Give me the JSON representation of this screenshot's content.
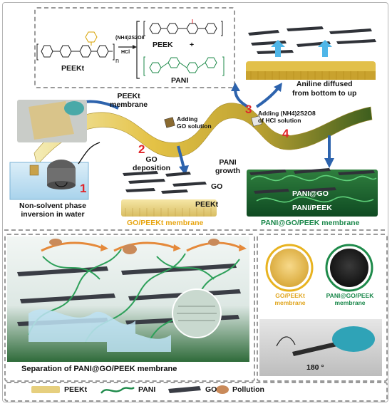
{
  "scheme": {
    "reaction": {
      "reactant_label": "PEEKt",
      "reagent_top": "(NH4)2S2O8",
      "reagent_bottom": "HCl",
      "product_1": "PEEK",
      "plus": "+",
      "product_2": "PANI",
      "subscript_n": "n"
    },
    "process": {
      "membrane_label_line1": "PEEKt",
      "membrane_label_line2": "membrane",
      "step1_number": "1",
      "step1_text_line1": "Non-solvent phase",
      "step1_text_line2": "inversion in water",
      "step2_number": "2",
      "step2_text_line1": "GO",
      "step2_text_line2": "deposition",
      "adding_go_line1": "Adding",
      "adding_go_line2": "GO solution",
      "step3_number": "3",
      "adding_aps_line1": "Adding (NH4)2S2O8",
      "adding_aps_line2": "of HCl solution",
      "step4_number": "4",
      "pani_growth_line1": "PANI",
      "pani_growth_line2": "growth",
      "aniline_line1": "Aniline diffused",
      "aniline_line2": "from bottom to up",
      "go_layer_label": "GO",
      "peekt_layer_label": "PEEKt",
      "go_peekt_membrane": "GO/PEEKt membrane",
      "pani_go_label": "PANI@GO",
      "pani_peek_label": "PANI/PEEK",
      "pani_go_peek_membrane": "PANI@GO/PEEK membrane"
    },
    "separation": {
      "title": "Separation of PANI@GO/PEEK membrane"
    },
    "photos": {
      "left_membrane_line1": "GO/PEEKt",
      "left_membrane_line2": "membrane",
      "right_membrane_line1": "PANI@GO/PEEK",
      "right_membrane_line2": "membrane",
      "angle_label": "180 °"
    },
    "legend": [
      {
        "label": "PEEKt",
        "icon": "peekt-strip-icon"
      },
      {
        "label": "PANI",
        "icon": "pani-chain-icon"
      },
      {
        "label": "GO",
        "icon": "go-sheet-icon"
      },
      {
        "label": "Pollution",
        "icon": "pollution-particle-icon"
      }
    ],
    "colors": {
      "peekt_yellow": "#e6c45a",
      "pani_green": "#1e8a4a",
      "go_dark": "#3a3d45",
      "arrow_blue": "#2d63ad",
      "step_red": "#e0262b"
    }
  }
}
